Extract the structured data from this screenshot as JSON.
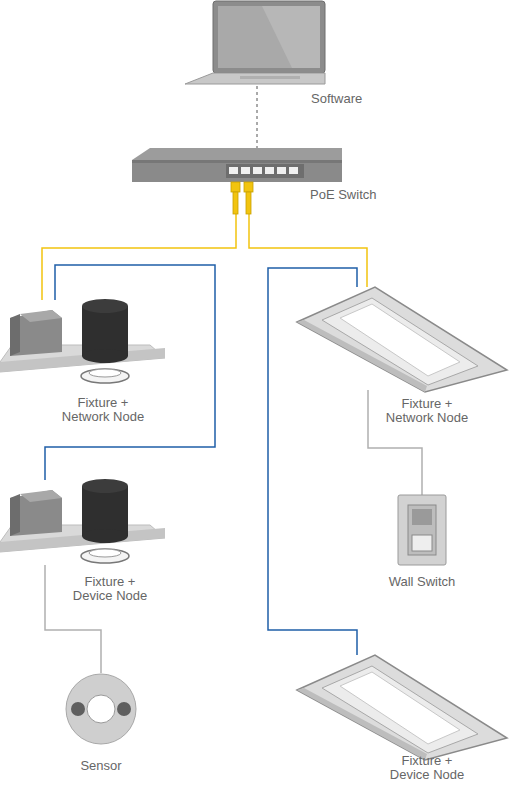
{
  "diagram": {
    "nodes": [
      {
        "text": [
          "Software"
        ]
      },
      {
        "text": [
          "PoE Switch"
        ]
      },
      {
        "text": [
          "Fixture + Network Node"
        ]
      },
      {
        "text": [
          "Fixture + Network Node"
        ]
      },
      {
        "text": [
          "Fixture + Device Node"
        ]
      },
      {
        "text": [
          "Wall Switch"
        ]
      },
      {
        "text": [
          "Sensor"
        ]
      },
      {
        "text": [
          "Fixture + Device Node"
        ]
      }
    ],
    "edges": [
      {
        "from": 0,
        "to": 1,
        "arrow": "none"
      },
      {
        "from": 1,
        "to": 2,
        "arrow": "none"
      },
      {
        "from": 1,
        "to": 3,
        "arrow": "none"
      },
      {
        "from": 2,
        "to": 4,
        "arrow": "none"
      },
      {
        "from": 3,
        "to": 7,
        "arrow": "none"
      },
      {
        "from": 3,
        "to": 5,
        "arrow": "none"
      },
      {
        "from": 4,
        "to": 6,
        "arrow": "none"
      }
    ]
  }
}
